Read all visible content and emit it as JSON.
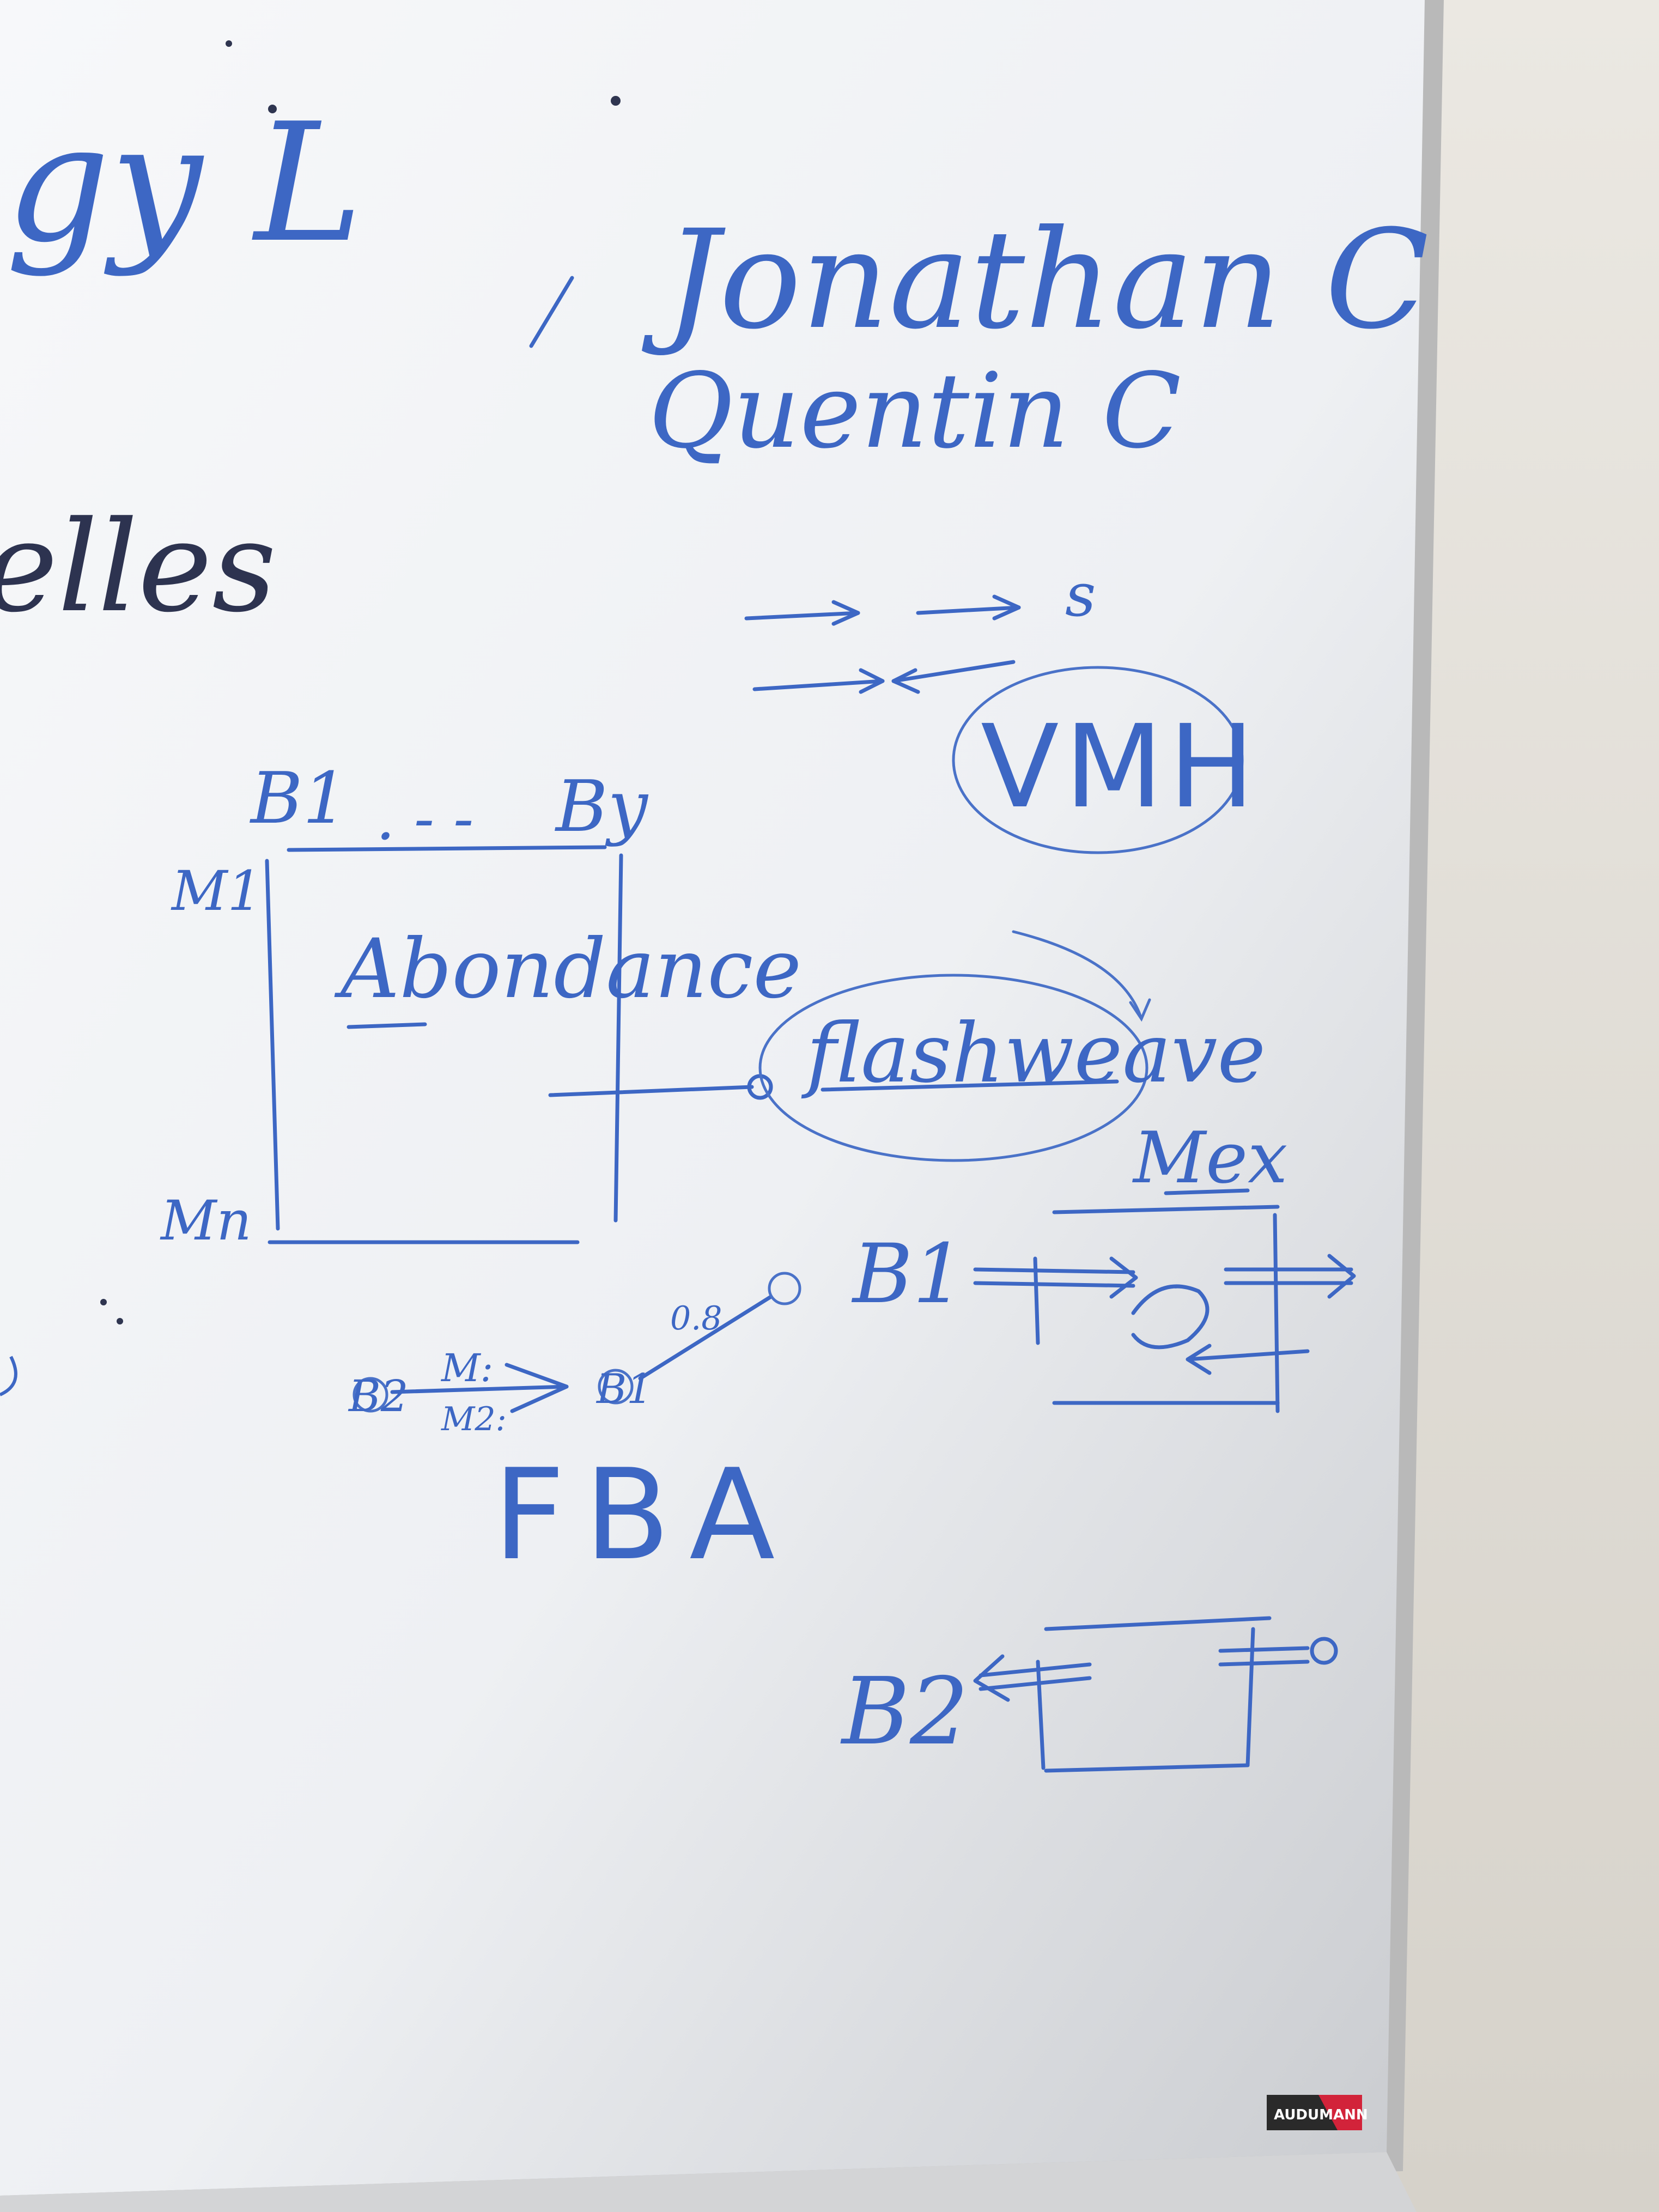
{
  "board": {
    "brand_badge": "AUDUMANN",
    "colors": {
      "ink": "#3d67c4",
      "board": "#f2f3f5",
      "frame": "#b9b9b9",
      "wall": "#e4e1da"
    }
  },
  "header": {
    "name_left_fragment": "gy L",
    "name_right_1": "Jonathan C",
    "name_right_2": "Quentin C",
    "word_fragment": "elles"
  },
  "top_right": {
    "s_label": "s",
    "vmh_label": "VMH"
  },
  "matrix": {
    "col_first": "B1",
    "col_dots": ". - -",
    "col_last": "By",
    "row_first": "M1",
    "row_last": "Mn",
    "center_label": "Abondance"
  },
  "flashweave": {
    "label": "flashweave"
  },
  "model": {
    "title": "Mex",
    "b1_label": "B1",
    "b2_label": "B2"
  },
  "network": {
    "node_left": "B2",
    "node_right": "B1",
    "edge_top": "M:",
    "edge_bottom": "M2:",
    "weight": "0.8"
  },
  "fba": {
    "label": "FBA"
  }
}
